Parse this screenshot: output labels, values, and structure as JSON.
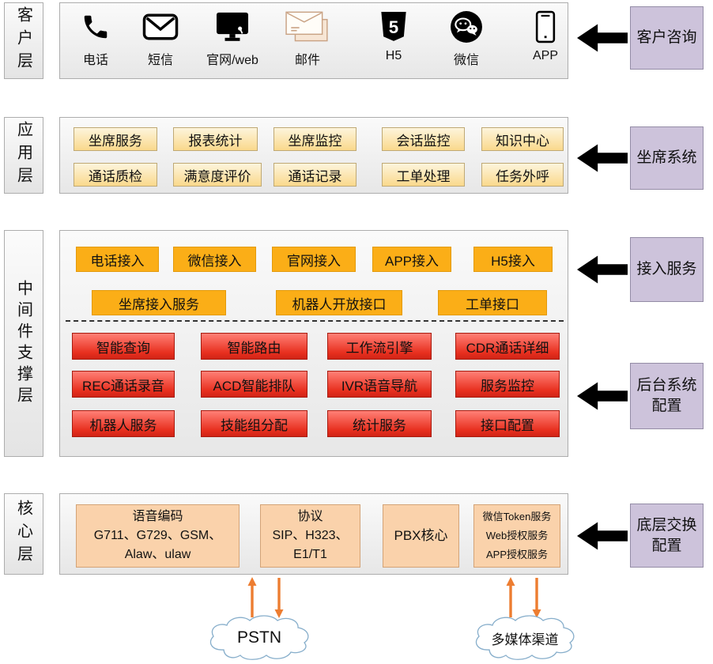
{
  "colors": {
    "annotation_purple": "#CDC3DB",
    "access_orange": "#FBAE17",
    "backend_red": "#E8301F",
    "app_yellow": "#FAD98C",
    "core_peach": "#FAD2AB",
    "flow_arrow_orange": "#ED7D31",
    "big_arrow_black": "#000000"
  },
  "customer_layer": {
    "label": "客户层",
    "channels": [
      {
        "name": "电话",
        "icon": "phone-icon"
      },
      {
        "name": "短信",
        "icon": "sms-icon"
      },
      {
        "name": "官网/web",
        "icon": "web-icon"
      },
      {
        "name": "邮件",
        "icon": "email-icon"
      },
      {
        "name": "H5",
        "icon": "h5-icon"
      },
      {
        "name": "微信",
        "icon": "wechat-icon"
      },
      {
        "name": "APP",
        "icon": "app-icon"
      }
    ],
    "annotation": "客户咨询"
  },
  "application_layer": {
    "label": "应用层",
    "row1": [
      "坐席服务",
      "报表统计",
      "坐席监控",
      "会话监控",
      "知识中心"
    ],
    "row2": [
      "通话质检",
      "满意度评价",
      "通话记录",
      "工单处理",
      "任务外呼"
    ],
    "annotation": "坐席系统"
  },
  "middleware_layer": {
    "label": "中间件支撑层",
    "access": {
      "row1": [
        "电话接入",
        "微信接入",
        "官网接入",
        "APP接入",
        "H5接入"
      ],
      "row2": [
        "坐席接入服务",
        "机器人开放接口",
        "工单接口"
      ],
      "annotation": "接入服务"
    },
    "backend": {
      "row1": [
        "智能查询",
        "智能路由",
        "工作流引擎",
        "CDR通话详细"
      ],
      "row2": [
        "REC通话录音",
        "ACD智能排队",
        "IVR语音导航",
        "服务监控"
      ],
      "row3": [
        "机器人服务",
        "技能组分配",
        "统计服务",
        "接口配置"
      ],
      "annotation": "后台系统\n配置"
    }
  },
  "core_layer": {
    "label": "核心层",
    "voice_codec": {
      "line1": "语音编码",
      "line2": "G711、G729、GSM、",
      "line3": "Alaw、ulaw"
    },
    "protocol": {
      "line1": "协议",
      "line2": "SIP、H323、",
      "line3": "E1/T1"
    },
    "pbx": "PBX核心",
    "auth": {
      "line1": "微信Token服务",
      "line2": "Web授权服务",
      "line3": "APP授权服务"
    },
    "annotation": "底层交换\n配置"
  },
  "external": {
    "clouds": [
      "PSTN",
      "多媒体渠道"
    ]
  }
}
